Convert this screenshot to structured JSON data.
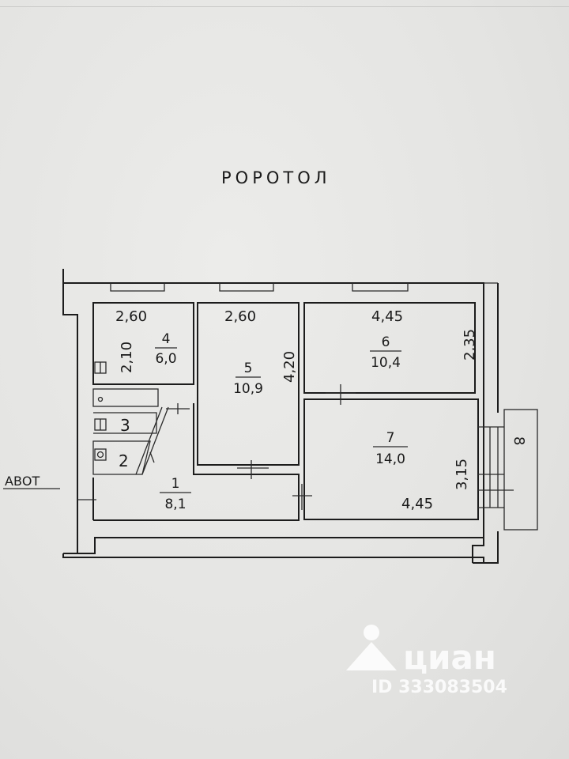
{
  "street_label_top": "РОРОТОЛ",
  "street_label_left": "АВОТ",
  "rooms": [
    {
      "number": "1",
      "area": "8,1"
    },
    {
      "number": "2"
    },
    {
      "number": "3"
    },
    {
      "number": "4",
      "area": "6,0",
      "width": "2,60",
      "height": "2,10"
    },
    {
      "number": "5",
      "area": "10,9",
      "width": "2,60",
      "height": "4,20"
    },
    {
      "number": "6",
      "area": "10,4",
      "width": "4,45",
      "height": "2,35"
    },
    {
      "number": "7",
      "area": "14,0",
      "width": "4,45",
      "height": "3,15"
    }
  ],
  "balcony_label": "8",
  "watermark": {
    "brand": "циан",
    "id": "ID 333083504"
  }
}
